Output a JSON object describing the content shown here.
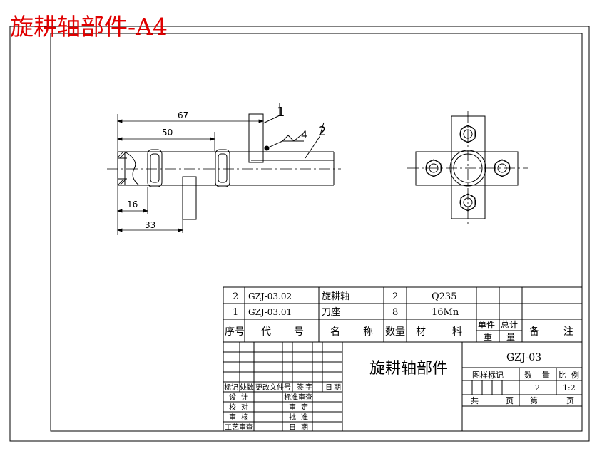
{
  "header": {
    "title": "旋耕轴部件-A4",
    "title_color": "#e00000"
  },
  "drawing": {
    "dimensions": [
      "67",
      "50",
      "16",
      "33"
    ],
    "balloons": [
      "1",
      "2",
      "4"
    ]
  },
  "parts_list": {
    "rows": [
      {
        "seq": "2",
        "code": "GZJ-03.02",
        "name": "旋耕轴",
        "qty": "2",
        "material": "Q235"
      },
      {
        "seq": "1",
        "code": "GZJ-03.01",
        "name": "刀座",
        "qty": "8",
        "material": "16Mn"
      }
    ],
    "headers": {
      "seq": "序号",
      "code_a": "代",
      "code_b": "号",
      "name_a": "名",
      "name_b": "称",
      "qty": "数量",
      "material_a": "材",
      "material_b": "料",
      "unit_a": "单件",
      "total": "总计",
      "weight_a": "重",
      "weight_b": "量",
      "remark_a": "备",
      "remark_b": "注"
    }
  },
  "title_block": {
    "name": "旋耕轴部件",
    "drawing_no": "GZJ-03",
    "rev_labels": [
      "标记",
      "处数",
      "更改文件号",
      "签",
      "字",
      "日",
      "期"
    ],
    "sign_left": [
      "设",
      "计",
      "校",
      "对",
      "审",
      "核",
      "工艺审查"
    ],
    "sign_right": [
      "标准审查",
      "审",
      "定",
      "批",
      "准",
      "日",
      "期"
    ],
    "meta_labels": [
      "图样标记",
      "数",
      "量",
      "比",
      "例"
    ],
    "count": "2",
    "scale": "1:2",
    "sheet_labels": [
      "共",
      "页",
      "第",
      "页"
    ]
  }
}
